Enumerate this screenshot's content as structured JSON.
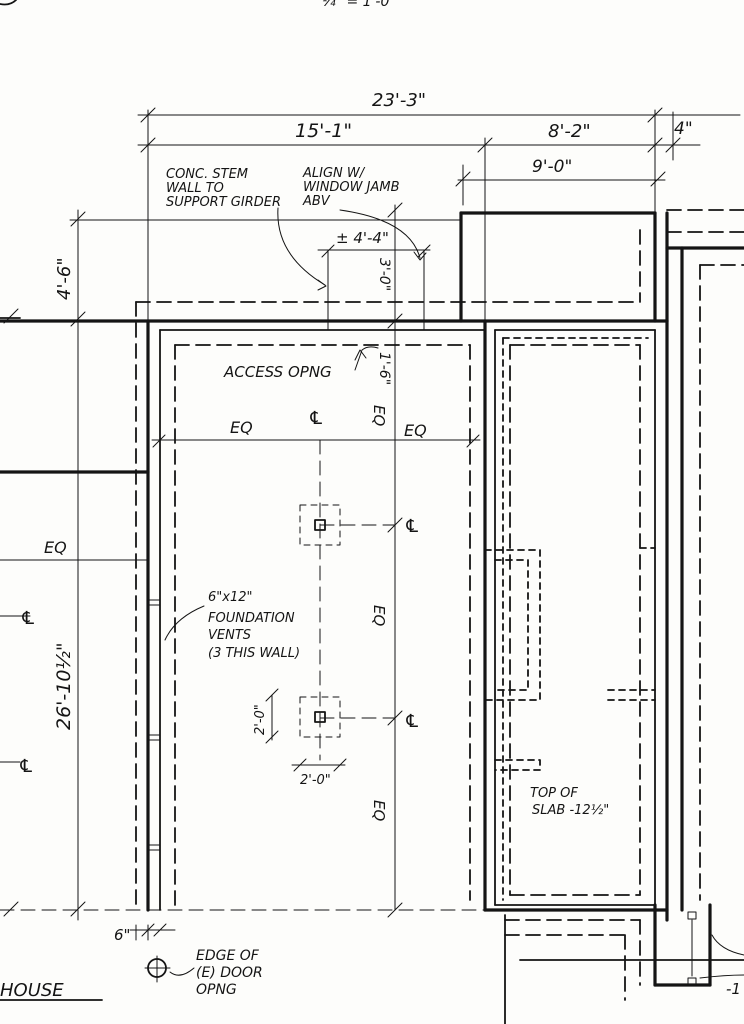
{
  "sheet": {
    "top_fragment": "¼\" = 1'-0\"",
    "dimensions": {
      "overall": "23'-3\"",
      "left_run": "15'-1\"",
      "right_run": "8'-2\"",
      "right_small": "4\"",
      "right_inner": "9'-0\"",
      "vent_offset": "± 4'-4\"",
      "access_width": "3'-0\"",
      "access_height": "1'-6\"",
      "side_height": "4'-6\"",
      "long_side": "26'-10½\"",
      "pier_size_v": "2'-0\"",
      "pier_size_h": "2'-0\"",
      "wall_offset": "6\""
    },
    "labels": {
      "conc_stem": [
        "CONC. STEM",
        "WALL TO",
        "SUPPORT GIRDER"
      ],
      "align_window": [
        "ALIGN W/",
        "WINDOW JAMB",
        "ABV"
      ],
      "access_opening": "ACCESS OPNG",
      "eq": "EQ",
      "centerline": "℄",
      "foundation_vents": [
        "6\"x12\"",
        "FOUNDATION",
        "VENTS",
        "(3 THIS WALL)"
      ],
      "top_of_slab": [
        "TOP OF",
        "SLAB -12½\""
      ],
      "edge_of_door": [
        "EDGE OF",
        "(E) DOOR",
        "OPNG"
      ],
      "house": "HOUSE",
      "edge_right_fragment": "-1"
    }
  }
}
